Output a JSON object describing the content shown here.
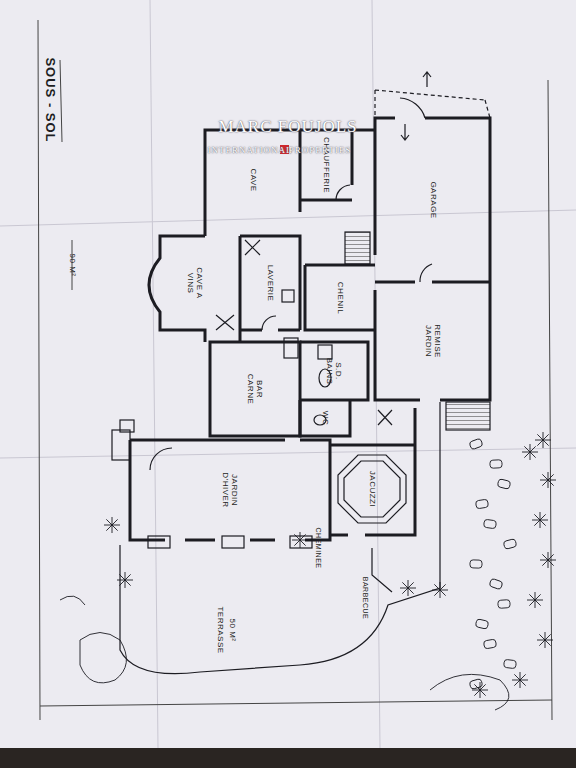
{
  "diagram": {
    "title": "SOUS - SOL",
    "nodes": [
      {
        "text": [
          "CAVE"
        ]
      },
      {
        "text": [
          "CHAUFFERIE"
        ]
      },
      {
        "text": [
          "GARAGE"
        ]
      },
      {
        "text": [
          "CAVE A VINS"
        ]
      },
      {
        "text": [
          "LAVERIE"
        ]
      },
      {
        "text": [
          "CHENIL"
        ]
      },
      {
        "text": [
          "REMISE JARDIN"
        ]
      },
      {
        "text": [
          "BAR CARNE"
        ]
      },
      {
        "text": [
          "S.D. BAINS"
        ]
      },
      {
        "text": [
          "WC"
        ]
      },
      {
        "text": [
          "JARDIN D'HIVER"
        ]
      },
      {
        "text": [
          "JACUZZI"
        ]
      },
      {
        "text": [
          "TERRASSE",
          "50 M²"
        ]
      }
    ],
    "labels": [
      "90 M²",
      "CHEMINEE",
      "BARBECUE",
      "MARC FOUJOLS",
      "INTERNATIONAL",
      "PROPERTIES"
    ]
  }
}
